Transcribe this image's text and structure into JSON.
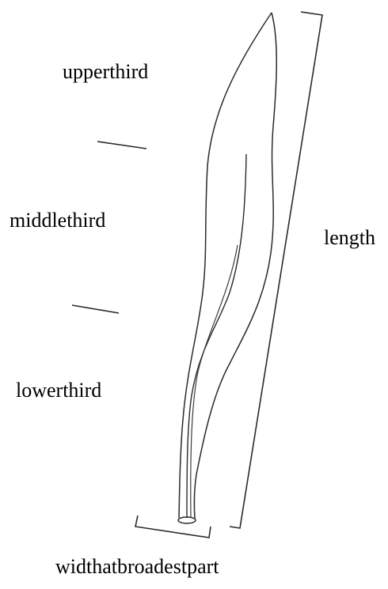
{
  "labels": {
    "upper_third": "upperthird",
    "middle_third": "middlethird",
    "lower_third": "lowerthird",
    "length": "length",
    "width": "widthatbroadestpart"
  },
  "colors": {
    "stroke": "#2a2a2a",
    "background": "#ffffff"
  }
}
